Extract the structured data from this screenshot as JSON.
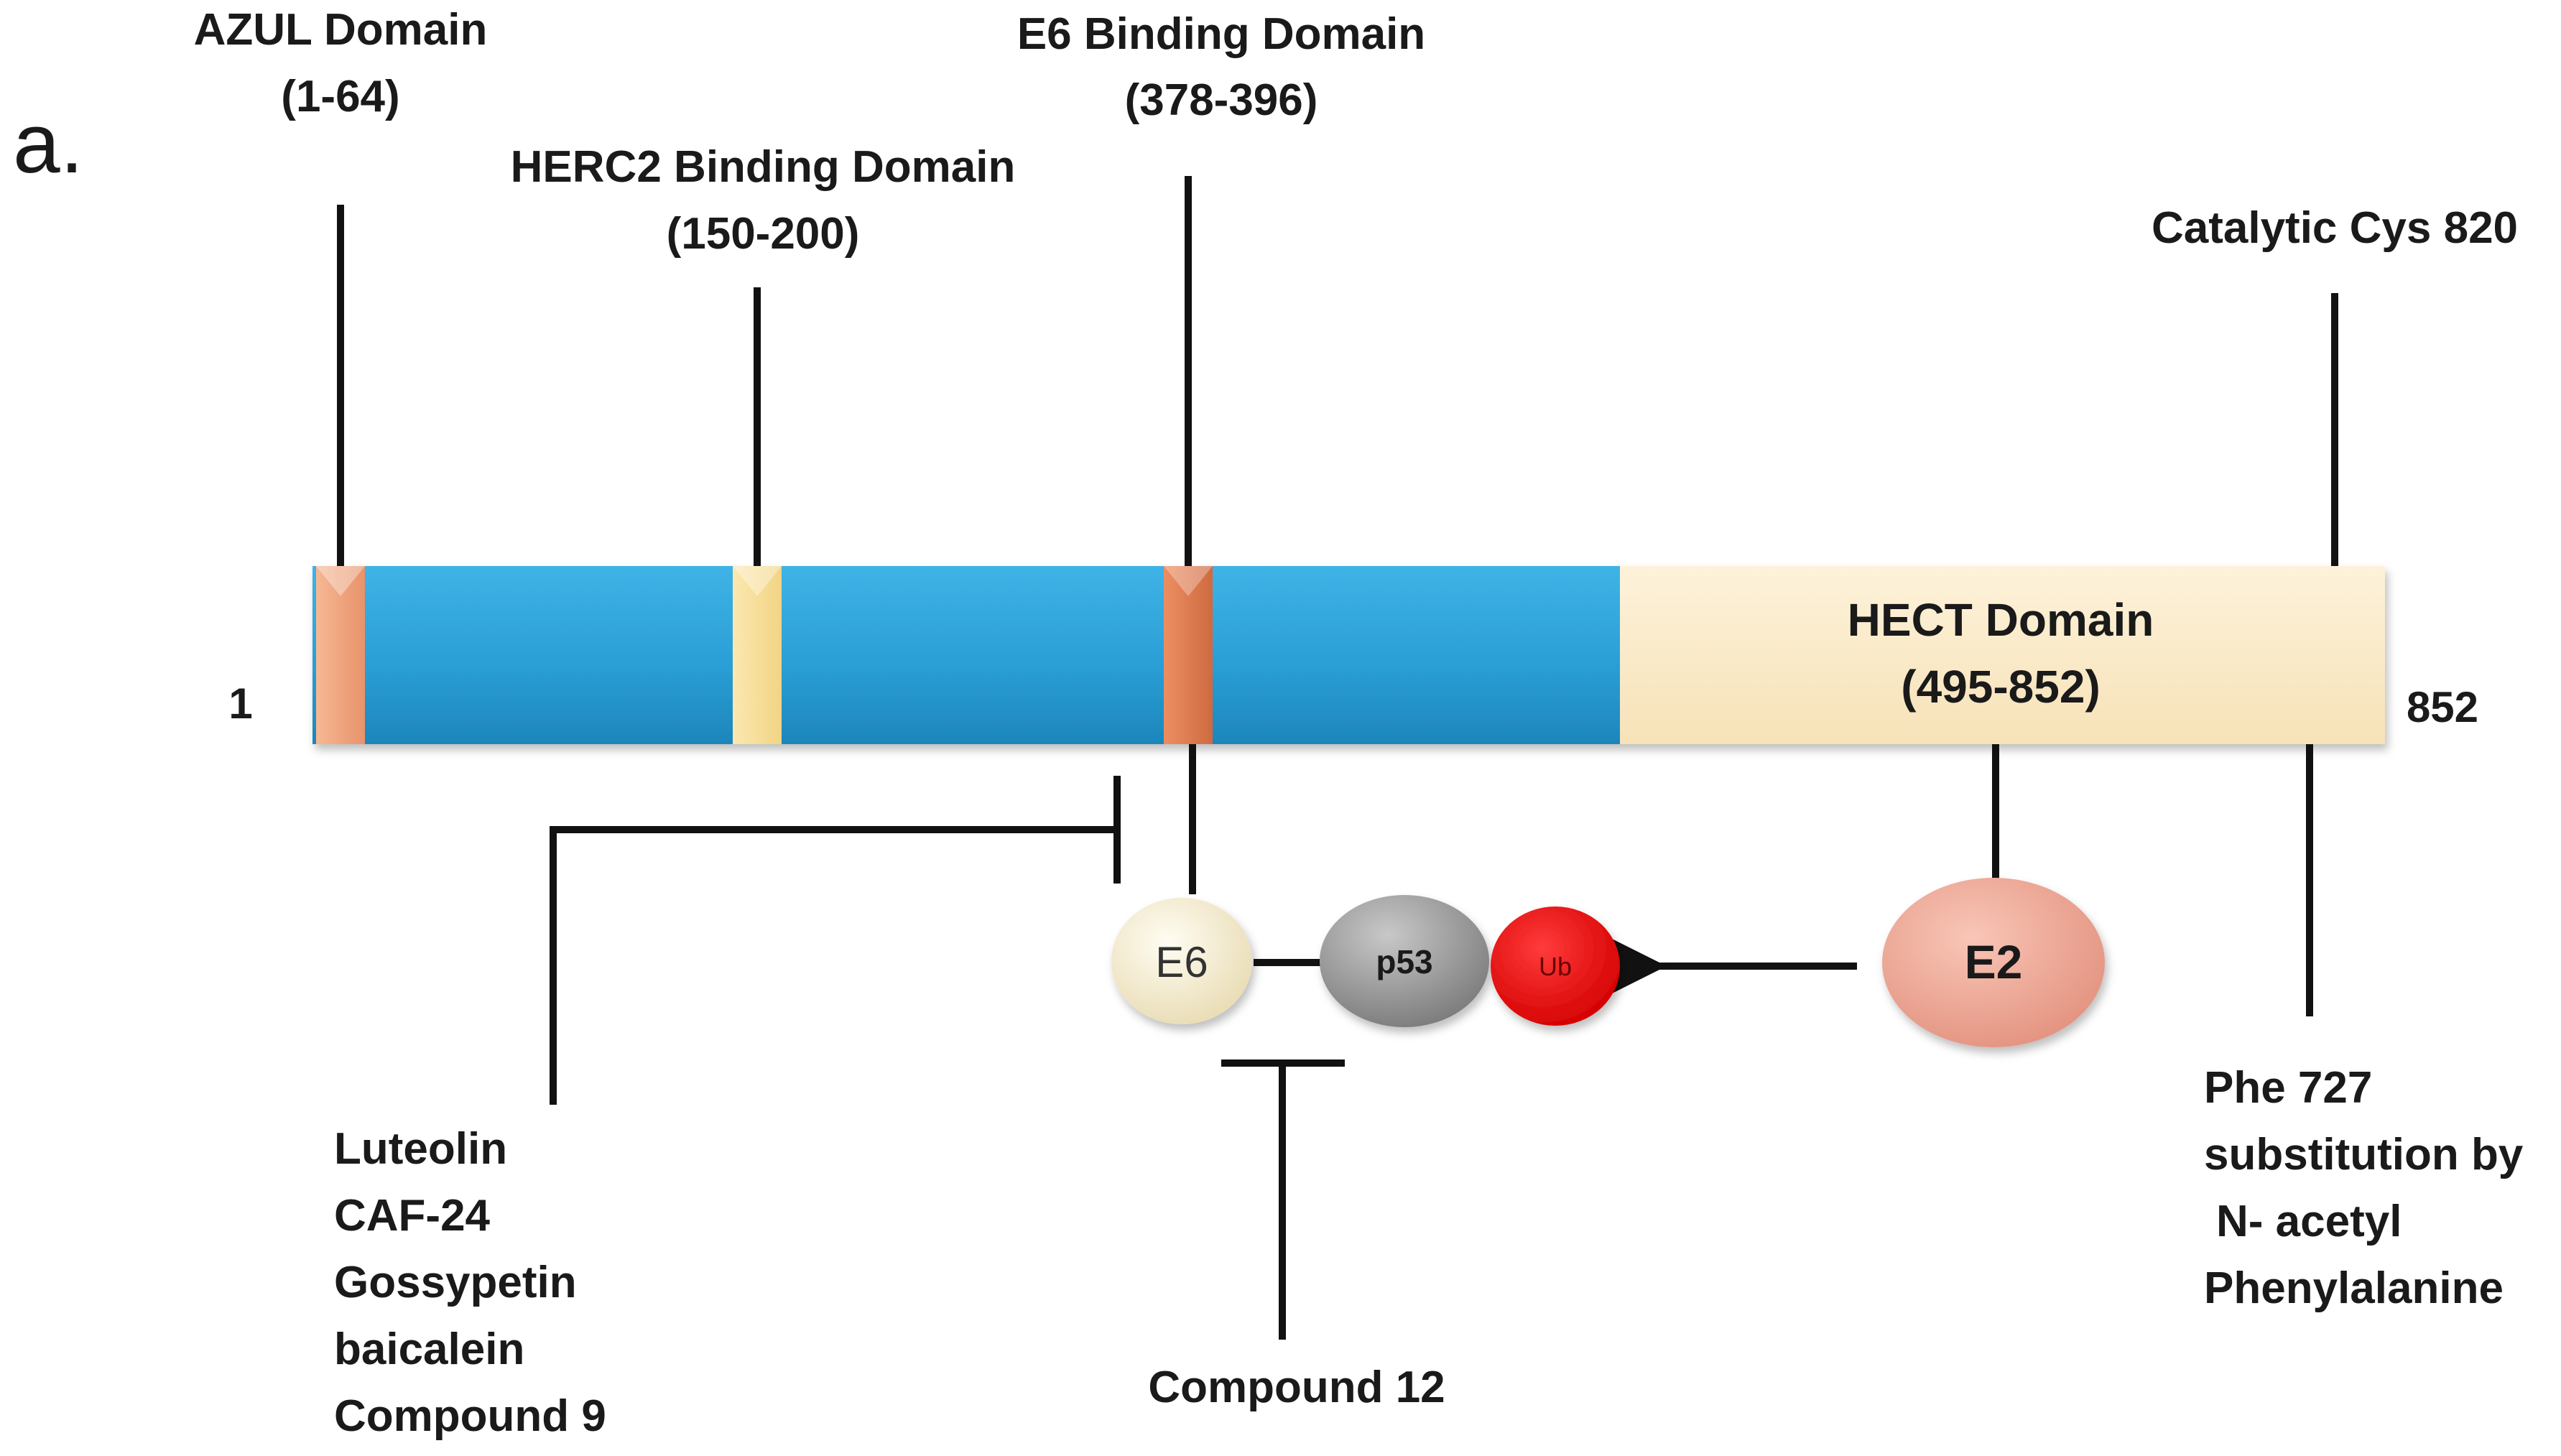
{
  "panel_label": "a.",
  "protein": {
    "start_label": "1",
    "end_label": "852",
    "domains": [
      {
        "name": "AZUL Domain",
        "range": "(1-64)"
      },
      {
        "name": "HERC2 Binding Domain",
        "range": "(150-200)"
      },
      {
        "name": "E6 Binding Domain",
        "range": "(378-396)"
      },
      {
        "name": "HECT Domain",
        "range": "(495-852)"
      }
    ],
    "catalytic_site": "Catalytic Cys 820",
    "substitution_lines": [
      "Phe 727",
      "substitution by",
      "N- acetyl",
      "Phenylalanine"
    ]
  },
  "complex": {
    "e6": "E6",
    "p53": "p53",
    "ub": "Ub",
    "e2": "E2"
  },
  "inhibitors_e6_binding": [
    "Luteolin",
    "CAF-24",
    "Gossypetin",
    "baicalein",
    "Compound 9"
  ],
  "inhibitor_complex": "Compound 12",
  "colors": {
    "domain_bar": "#2a9fd6",
    "hect_fill": "#fcebc9",
    "azul_marker": "#f0a27a",
    "herc2_marker": "#f8de98",
    "e6_marker": "#e07a50",
    "e6_bubble": "#f6efd6",
    "p53_bubble": "#9a9a9a",
    "ub_bubble": "#ee1111",
    "e2_bubble": "#f1a898"
  }
}
